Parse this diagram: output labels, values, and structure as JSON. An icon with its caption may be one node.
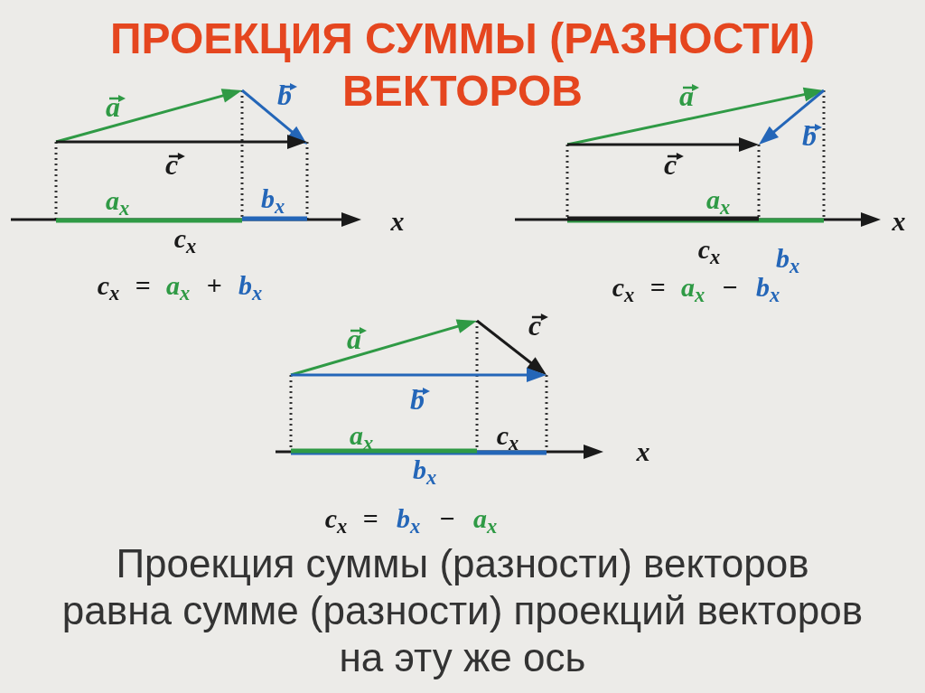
{
  "diagram": {
    "title": "ПРОЕКЦИЯ СУММЫ (РАЗНОСТИ) ВЕКТОРОВ",
    "caption": "Проекция суммы (разности) векторов равна сумме (разности) проекций векторов на эту же ось",
    "labels": [
      "a",
      "b",
      "c",
      "a$_{x}$",
      "b$_{x}$",
      "x",
      "c$_{x}$",
      "c$_{x}$",
      "=",
      "a$_{x}$",
      "+",
      "b$_{x}$",
      "a",
      "c",
      "b",
      "a$_{x}$",
      "x",
      "c$_{x}$",
      "b$_{x}$",
      "c$_{x}$",
      "=",
      "a$_{x}$",
      "−",
      "b$_{x}$",
      "a",
      "c",
      "b",
      "a$_{x}$",
      "c$_{x}$",
      "x",
      "b$_{x}$",
      "c$_{x}$",
      "=",
      "b$_{x}$",
      "−",
      "a$_{x}$"
    ]
  }
}
